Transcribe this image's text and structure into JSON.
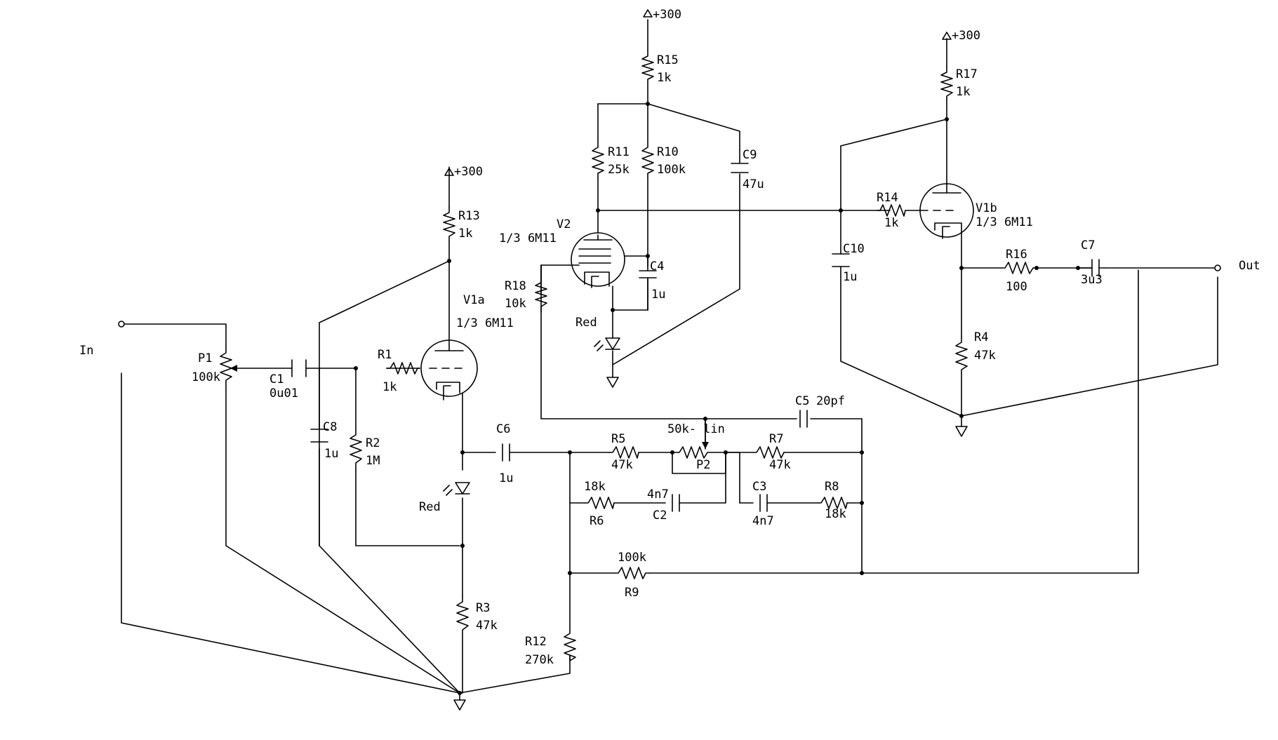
{
  "supply": "+300",
  "io": {
    "input_label": "In",
    "output_label": "Out"
  },
  "tubes": {
    "v1a": {
      "ref": "V1a",
      "type": "1/3 6M11"
    },
    "v1b": {
      "ref": "V1b",
      "type": "1/3 6M11"
    },
    "v2": {
      "ref": "V2",
      "type": "1/3 6M11"
    }
  },
  "leds": {
    "d1": "Red",
    "d2": "Red"
  },
  "resistors": {
    "r1": {
      "ref": "R1",
      "value": "1k"
    },
    "r2": {
      "ref": "R2",
      "value": "1M"
    },
    "r3": {
      "ref": "R3",
      "value": "47k"
    },
    "r4": {
      "ref": "R4",
      "value": "47k"
    },
    "r5": {
      "ref": "R5",
      "value": "47k"
    },
    "r6": {
      "ref": "R6",
      "value": "18k"
    },
    "r7": {
      "ref": "R7",
      "value": "47k"
    },
    "r8": {
      "ref": "R8",
      "value": "18k"
    },
    "r9": {
      "ref": "R9",
      "value": "100k"
    },
    "r10": {
      "ref": "R10",
      "value": "100k"
    },
    "r11": {
      "ref": "R11",
      "value": "25k"
    },
    "r12": {
      "ref": "R12",
      "value": "270k"
    },
    "r13": {
      "ref": "R13",
      "value": "1k"
    },
    "r14": {
      "ref": "R14",
      "value": "1k"
    },
    "r15": {
      "ref": "R15",
      "value": "1k"
    },
    "r16": {
      "ref": "R16",
      "value": "100"
    },
    "r17": {
      "ref": "R17",
      "value": "1k"
    },
    "r18": {
      "ref": "R18",
      "value": "10k"
    }
  },
  "capacitors": {
    "c1": {
      "ref": "C1",
      "value": "0u01"
    },
    "c2": {
      "ref": "C2",
      "value": "4n7"
    },
    "c3": {
      "ref": "C3",
      "value": "4n7"
    },
    "c4": {
      "ref": "C4",
      "value": "1u"
    },
    "c5": {
      "ref": "C5",
      "value": "20pf"
    },
    "c6": {
      "ref": "C6",
      "value": "1u"
    },
    "c7": {
      "ref": "C7",
      "value": "3u3"
    },
    "c8": {
      "ref": "C8",
      "value": "1u"
    },
    "c9": {
      "ref": "C9",
      "value": "47u"
    },
    "c10": {
      "ref": "C10",
      "value": "1u"
    }
  },
  "pots": {
    "p1": {
      "ref": "P1",
      "value": "100k"
    },
    "p2": {
      "ref": "P2",
      "value": "50k- lin"
    }
  }
}
